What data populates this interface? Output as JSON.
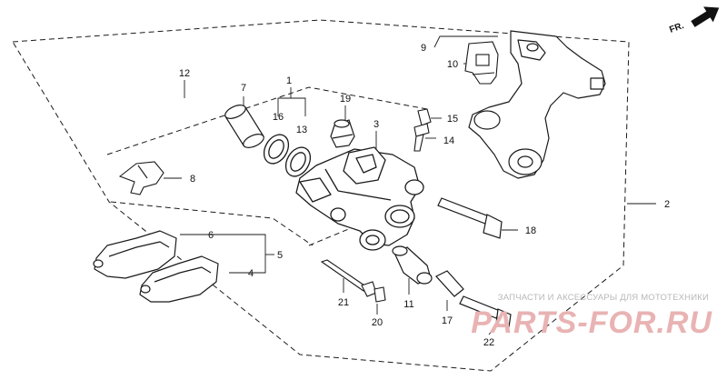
{
  "diagram": {
    "parts": [
      {
        "id": "p1",
        "label": "1"
      },
      {
        "id": "p2",
        "label": "2"
      },
      {
        "id": "p3",
        "label": "3"
      },
      {
        "id": "p4",
        "label": "4"
      },
      {
        "id": "p5",
        "label": "5"
      },
      {
        "id": "p6",
        "label": "6"
      },
      {
        "id": "p7",
        "label": "7"
      },
      {
        "id": "p8",
        "label": "8"
      },
      {
        "id": "p9",
        "label": "9"
      },
      {
        "id": "p10",
        "label": "10"
      },
      {
        "id": "p11",
        "label": "11"
      },
      {
        "id": "p12",
        "label": "12"
      },
      {
        "id": "p13",
        "label": "13"
      },
      {
        "id": "p14",
        "label": "14"
      },
      {
        "id": "p15",
        "label": "15"
      },
      {
        "id": "p16",
        "label": "16"
      },
      {
        "id": "p17",
        "label": "17"
      },
      {
        "id": "p18",
        "label": "18"
      },
      {
        "id": "p19",
        "label": "19"
      },
      {
        "id": "p20",
        "label": "20"
      },
      {
        "id": "p21",
        "label": "21"
      },
      {
        "id": "p22",
        "label": "22"
      }
    ],
    "direction_label": "FR.",
    "icons": [
      "direction-arrow-icon"
    ]
  },
  "watermark": {
    "tagline": "ЗАПЧАСТИ И АКСЕССУАРЫ ДЛЯ МОТОТЕХНИКИ",
    "brand": "PARTS-FOR.RU",
    "brand_color": "#e9b3b3"
  },
  "colors": {
    "line": "#1a1a1a",
    "background": "#ffffff"
  }
}
